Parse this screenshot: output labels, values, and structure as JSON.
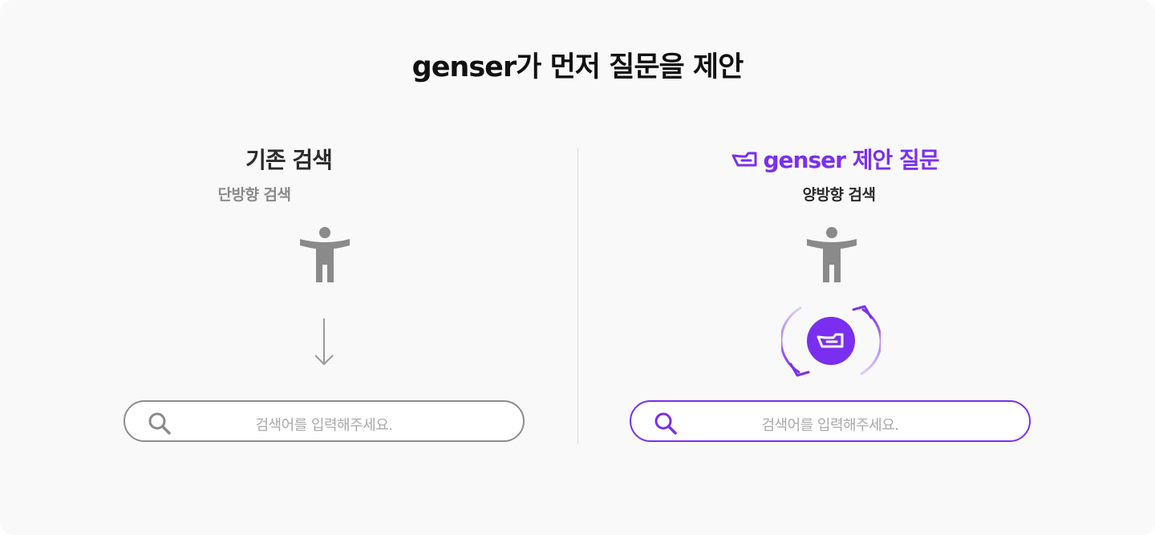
{
  "page": {
    "title": "genser가 먼저 질문을 제안"
  },
  "colors": {
    "accent": "#7a2ff0",
    "gray_icon": "#8a8a8a",
    "border_gray": "#8d8d8d"
  },
  "left": {
    "title": "기존 검색",
    "subtitle": "단방향 검색",
    "icons": [
      "person-icon",
      "arrow-down-icon",
      "search-icon"
    ],
    "search": {
      "placeholder": "검색어를 입력해주세요."
    }
  },
  "right": {
    "title": "genser 제안 질문",
    "subtitle": "양방향 검색",
    "icons": [
      "genser-logo-icon",
      "person-icon",
      "sync-cycle-icon",
      "search-icon"
    ],
    "search": {
      "placeholder": "검색어를 입력해주세요."
    }
  }
}
